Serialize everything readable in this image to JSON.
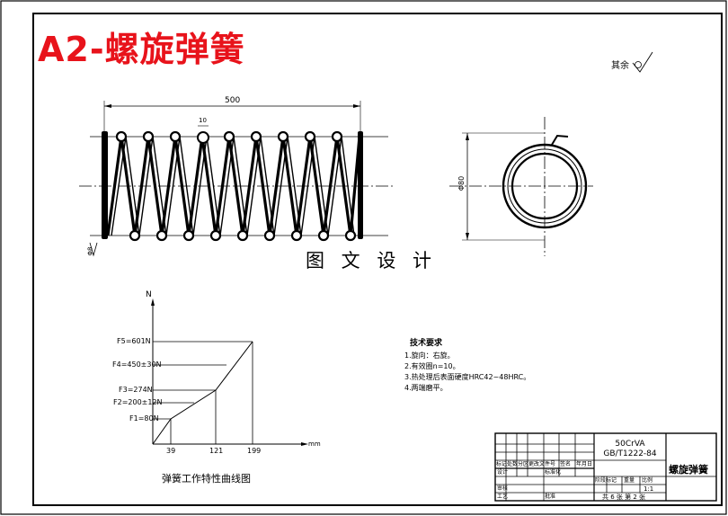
{
  "title": "A2-螺旋弹簧",
  "watermark": "图 文 设 计",
  "roughness_note": "其余",
  "dims": {
    "length": "500",
    "pitch_small": "10",
    "diameter": "Φ80",
    "wire": "Φ8"
  },
  "chart": {
    "axis_y": "N",
    "axis_x": "mm",
    "loads": [
      "F5=601N",
      "F4=450±30N",
      "F3=274N",
      "F2=200±12N",
      "F1=80N"
    ],
    "deflections": [
      "39",
      "121",
      "199"
    ],
    "caption": "弹簧工作特性曲线图"
  },
  "requirements": {
    "heading": "技术要求",
    "items": [
      "1.旋向：右旋。",
      "2.有效圈n=10。",
      "3.热处理后表面硬度HRC42~48HRC。",
      "4.两端磨平。"
    ]
  },
  "title_block": {
    "material": "50CrVA",
    "standard": "GB/T1222-84",
    "part_name": "螺旋弹簧",
    "scale": "1:1",
    "sheets": "共 6 张 第 2 张",
    "headers": [
      "标记",
      "处数",
      "分区",
      "更改文件号",
      "签名",
      "年月日"
    ],
    "labels": {
      "design": "设计",
      "standardize": "标准化",
      "review": "审核",
      "process": "工艺",
      "approve": "批准",
      "stage": "阶段标记",
      "weight": "重量",
      "ratio": "比例"
    }
  }
}
